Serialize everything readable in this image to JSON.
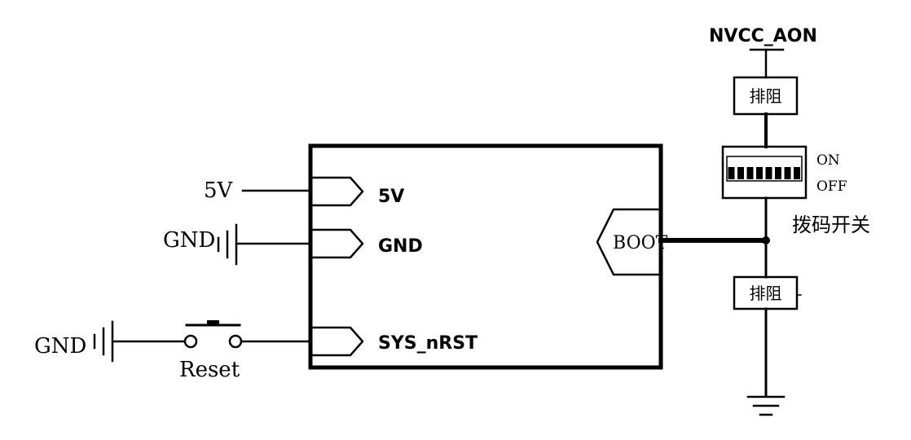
{
  "power_rail": {
    "label": "NVCC_AON"
  },
  "resistor_arrays": {
    "top_label": "排阻",
    "bottom_label": "排阻"
  },
  "dip_switch": {
    "on_label": "ON",
    "off_label": "OFF",
    "caption": "拨码开关",
    "positions": 8
  },
  "module": {
    "pins": [
      {
        "label": "5V"
      },
      {
        "label": "GND"
      },
      {
        "label": "SYS_nRST"
      }
    ],
    "boot_label": "BOOT"
  },
  "external": {
    "supply_label": "5V",
    "gnd_label_1": "GND",
    "gnd_label_2": "GND",
    "reset_label": "Reset"
  },
  "colors": {
    "line": "#000000",
    "background": "#ffffff"
  }
}
